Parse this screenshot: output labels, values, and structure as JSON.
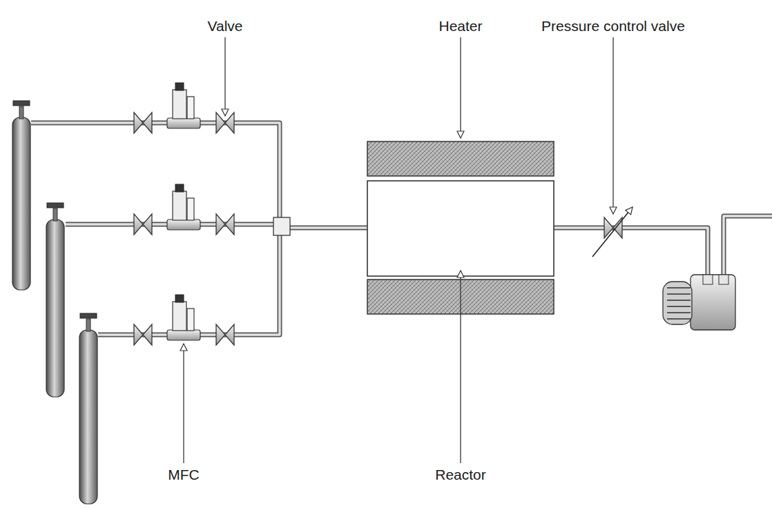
{
  "diagram": {
    "labels": [
      "Valve",
      "Heater",
      "Pressure control valve",
      "MFC",
      "Reactor"
    ]
  }
}
